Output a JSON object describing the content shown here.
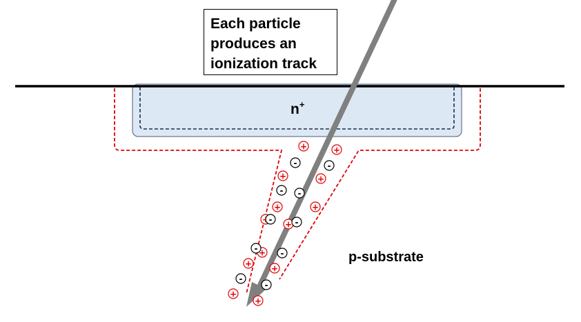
{
  "callout": {
    "lines": [
      "Each particle",
      "produces an",
      "ionization track"
    ]
  },
  "labels": {
    "n_region": "n",
    "n_region_sup": "+",
    "substrate": "p-substrate"
  },
  "charges": {
    "positive_symbol": "+",
    "negative_symbol": "-",
    "positive_color": "#e00000",
    "negative_color": "#000000"
  },
  "colors": {
    "n_region_fill": "#dce8f4",
    "n_region_border": "#4a5a78",
    "depletion_boundary": "#e00000",
    "track_arrow": "#808080",
    "surface_line": "#000000"
  }
}
